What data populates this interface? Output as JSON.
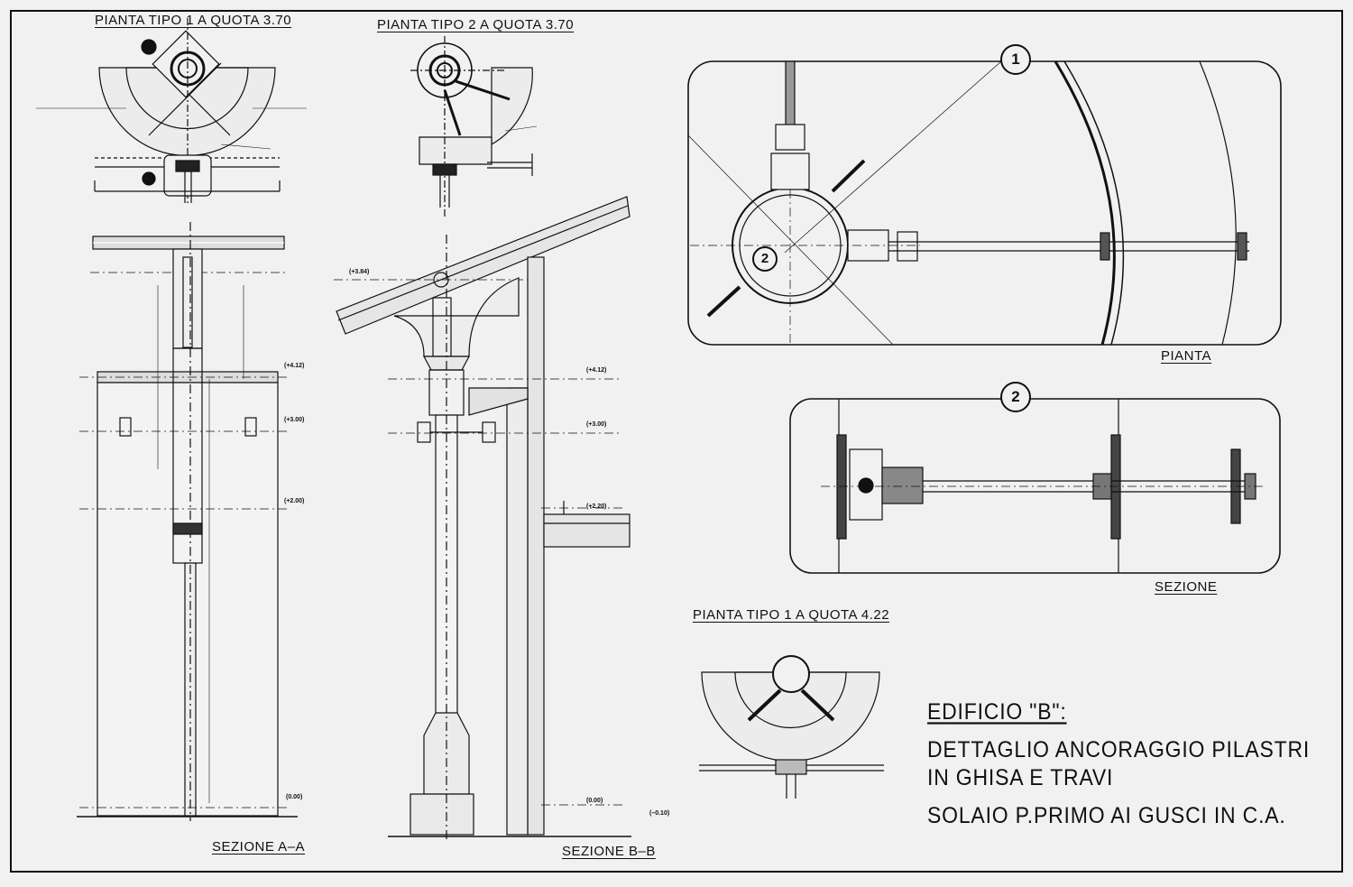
{
  "titles": {
    "plan1": "PIANTA TIPO 1 A QUOTA 3.70",
    "plan2": "PIANTA TIPO 2 A QUOTA 3.70",
    "plan3": "PIANTA TIPO 1 A QUOTA 4.22",
    "secAA": "SEZIONE A–A",
    "secBB": "SEZIONE B–B",
    "pianta": "PIANTA",
    "sezione": "SEZIONE"
  },
  "details": {
    "d1": "1",
    "d2": "2",
    "d2b": "2"
  },
  "levels": {
    "aa_412": "(+4.12)",
    "aa_300": "(+3.00)",
    "aa_200": "(+2.00)",
    "aa_000": "(0.00)",
    "bb_412": "(+4.12)",
    "bb_300": "(+3.00)",
    "bb_220": "(+2.20)",
    "bb_000": "(0.00)",
    "bb_m010": "(–0.10)",
    "bb_gronda": "(+3.84)"
  },
  "description": {
    "building": "EDIFICIO \"B\":",
    "line1": "DETTAGLIO ANCORAGGIO PILASTRI",
    "line2": "IN GHISA E TRAVI",
    "line3": "SOLAIO P.PRIMO AI GUSCI IN C.A."
  }
}
